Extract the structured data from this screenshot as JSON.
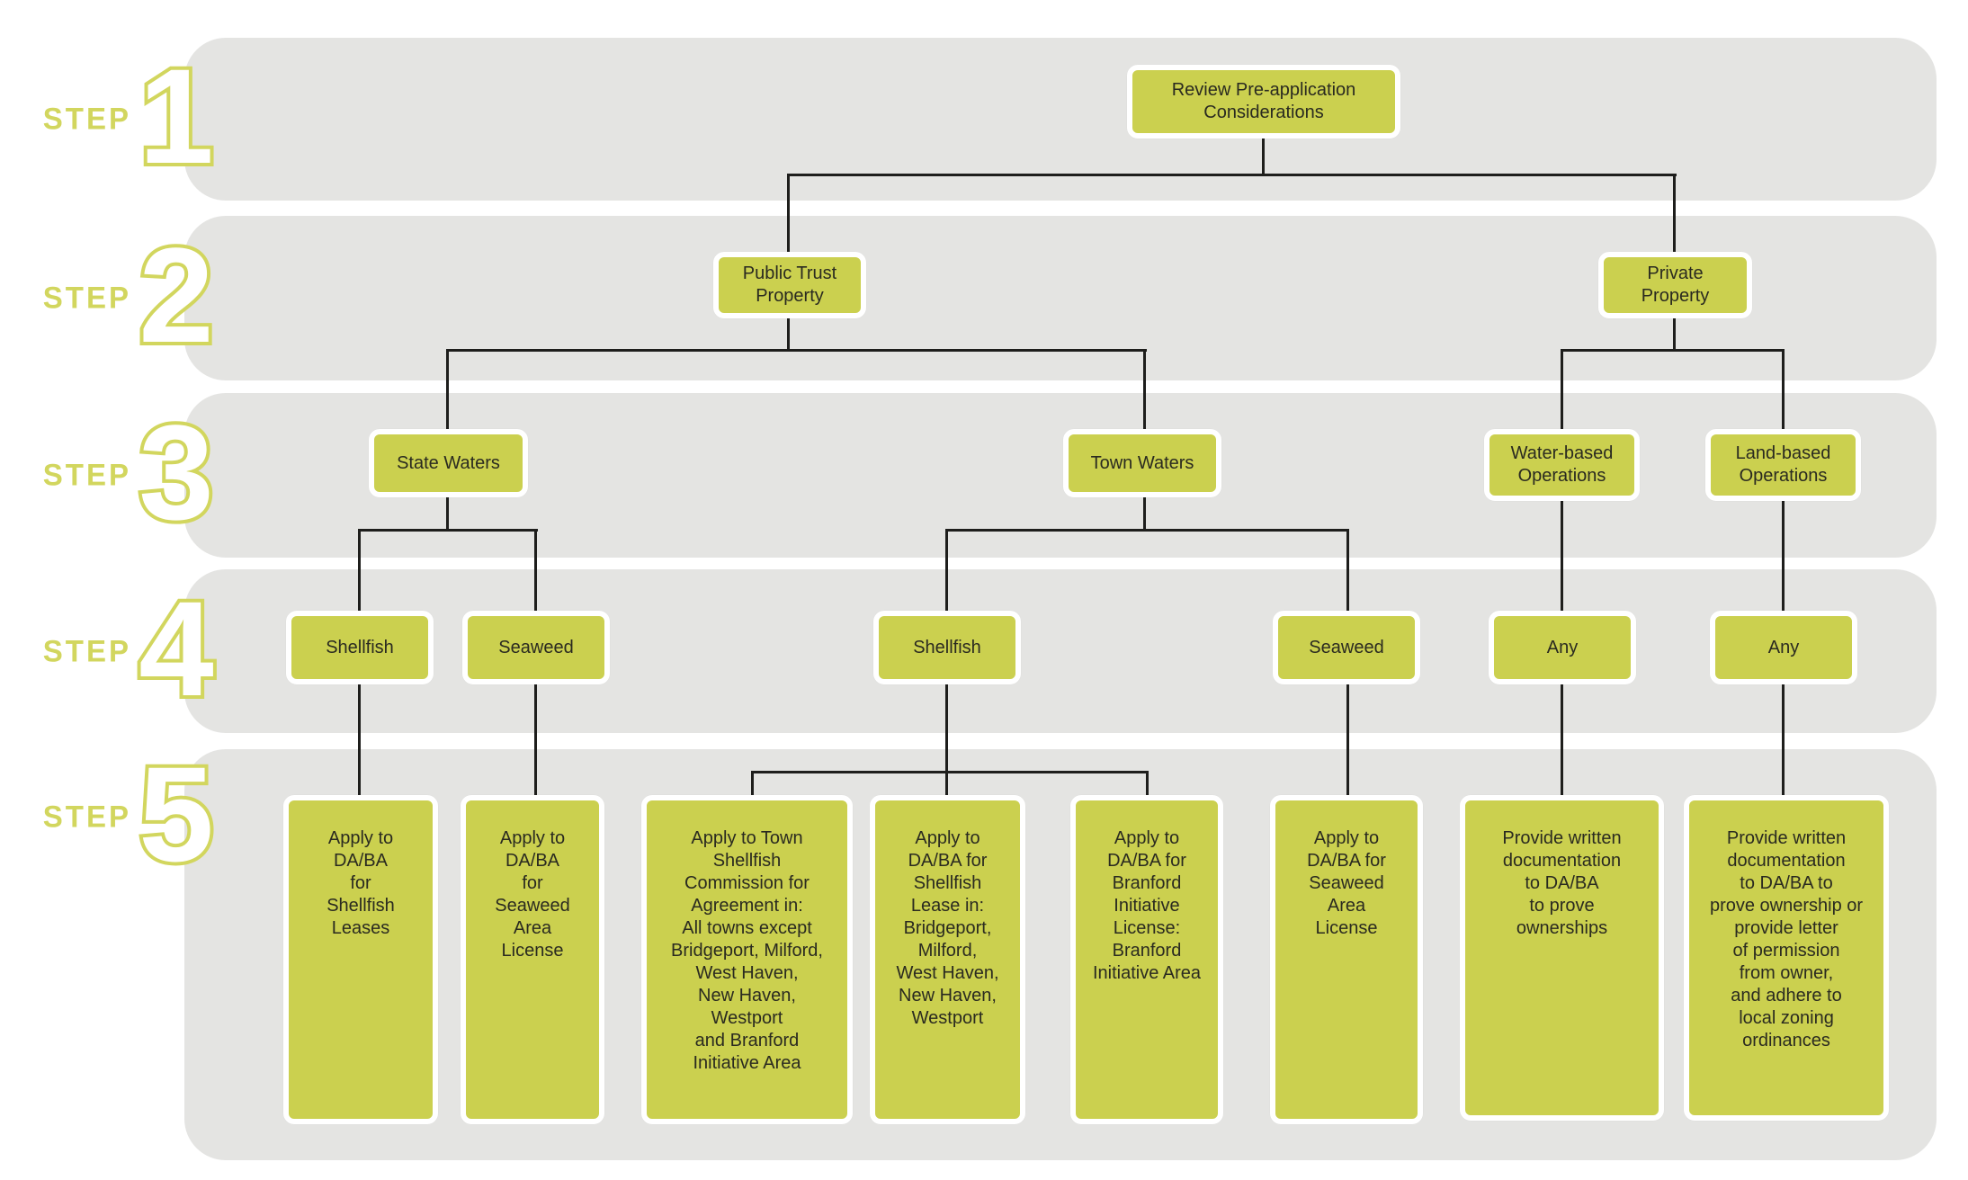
{
  "flowchart": {
    "colors": {
      "node_fill": "#cbd04f",
      "band": "#e4e4e2",
      "step_accent": "#d2d65e",
      "connector": "#1e1e1c",
      "node_text": "#2a2a20"
    },
    "steps": [
      {
        "label": "STEP",
        "number": "1"
      },
      {
        "label": "STEP",
        "number": "2"
      },
      {
        "label": "STEP",
        "number": "3"
      },
      {
        "label": "STEP",
        "number": "4"
      },
      {
        "label": "STEP",
        "number": "5"
      }
    ],
    "nodes": {
      "review": "Review Pre-application\nConsiderations",
      "public_trust": "Public Trust\nProperty",
      "private_property": "Private\nProperty",
      "state_waters": "State Waters",
      "town_waters": "Town Waters",
      "water_based": "Water-based\nOperations",
      "land_based": "Land-based\nOperations",
      "shellfish_state": "Shellfish",
      "seaweed_state": "Seaweed",
      "shellfish_town": "Shellfish",
      "seaweed_town": "Seaweed",
      "any_water": "Any",
      "any_land": "Any",
      "apply_shellfish_leases": "Apply to\nDA/BA\nfor\nShellfish\nLeases",
      "apply_seaweed_state": "Apply to\nDA/BA\nfor\nSeaweed\nArea\nLicense",
      "apply_town_commission": "Apply to Town\nShellfish\nCommission for\nAgreement in:\nAll towns except\nBridgeport, Milford,\nWest Haven,\nNew Haven,\nWestport\nand Branford\nInitiative Area",
      "apply_shellfish_lease": "Apply to\nDA/BA for\nShellfish\nLease in:\nBridgeport,\nMilford,\nWest Haven,\nNew Haven,\nWestport",
      "apply_branford": "Apply to\nDA/BA for\nBranford\nInitiative\nLicense:\nBranford\nInitiative Area",
      "apply_seaweed_town": "Apply to\nDA/BA for\nSeaweed\nArea\nLicense",
      "provide_docs_water": "Provide written\ndocumentation\nto DA/BA\nto prove\nownerships",
      "provide_docs_land": "Provide written\ndocumentation\nto DA/BA to\nprove ownership or\nprovide  letter\nof permission\nfrom owner,\nand adhere to\nlocal zoning\nordinances"
    }
  }
}
